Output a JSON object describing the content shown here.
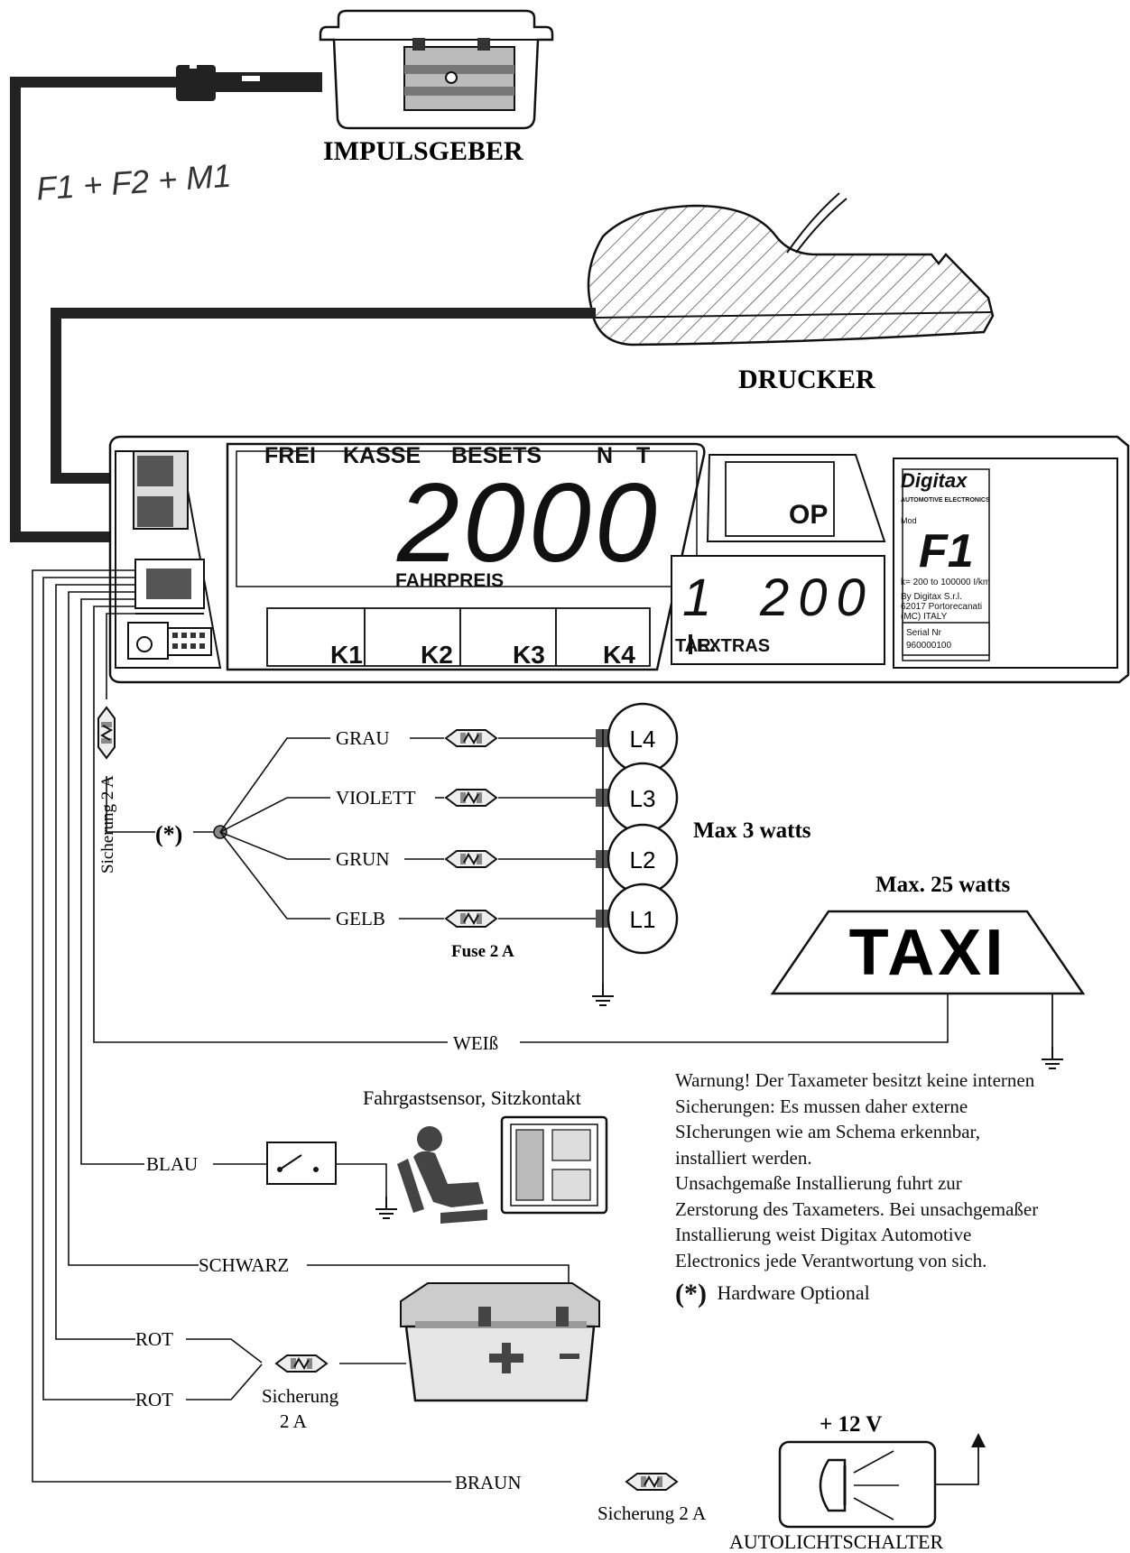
{
  "sensor": {
    "title": "IMPULSGEBER"
  },
  "handnote": "F1 + F2 + M1",
  "printer": {
    "title": "DRUCKER"
  },
  "meter": {
    "status_labels": [
      "FREI",
      "KASSE",
      "BESETS",
      "N",
      "T"
    ],
    "main_value": "2000",
    "main_caption": "FAHRPREIS",
    "op_label": "OP",
    "second_left": "1",
    "second_right": "200",
    "tariff_label": "TAR.",
    "extras_label": "EXTRAS",
    "keys": [
      "K1",
      "K2",
      "K3",
      "K4"
    ],
    "brand": "Digitax",
    "brand_sub": "AUTOMOTIVE ELECTRONICS",
    "mod_label": "Mod",
    "model": "F1",
    "k_range": "k= 200 to 100000 I/km",
    "maker": [
      "By Digitax S.r.l.",
      "62017 Portorecanati",
      "(MC) ITALY"
    ],
    "serial_label": "Serial Nr",
    "serial_value": "960000100"
  },
  "fuse_side": "Sicherung 2 A",
  "optional_marker": "(*)",
  "lamps": [
    {
      "wire": "GRAU",
      "lamp": "L4"
    },
    {
      "wire": "VIOLETT",
      "lamp": "L3"
    },
    {
      "wire": "GRUN",
      "lamp": "L2"
    },
    {
      "wire": "GELB",
      "lamp": "L1"
    }
  ],
  "lamp_fuse": "Fuse 2 A",
  "lamp_power": "Max 3 watts",
  "taxi": {
    "power": "Max. 25 watts",
    "sign": "TAXI"
  },
  "wires": {
    "white": "WEIß",
    "blue": "BLAU",
    "black": "SCHWARZ",
    "red1": "ROT",
    "red2": "ROT",
    "brown": "BRAUN"
  },
  "seat_sensor": "Fahrgastsensor, Sitzkontakt",
  "battery_fuse": [
    "Sicherung",
    "2 A"
  ],
  "light_switch": {
    "voltage": "+ 12 V",
    "fuse": "Sicherung 2 A",
    "title": "AUTOLICHTSCHALTER"
  },
  "warning": [
    "Warnung! Der Taxameter besitzt keine internen",
    "Sicherungen: Es mussen daher externe",
    "SIcherungen wie am Schema erkennbar,",
    "installiert werden.",
    "Unsachgemaße Installierung fuhrt zur",
    "Zerstorung des Taxameters. Bei unsachgemaßer",
    "Installierung weist Digitax Automotive",
    "Electronics jede Verantwortung von sich."
  ],
  "hardware_note": {
    "marker": "(*)",
    "text": "Hardware Optional"
  }
}
